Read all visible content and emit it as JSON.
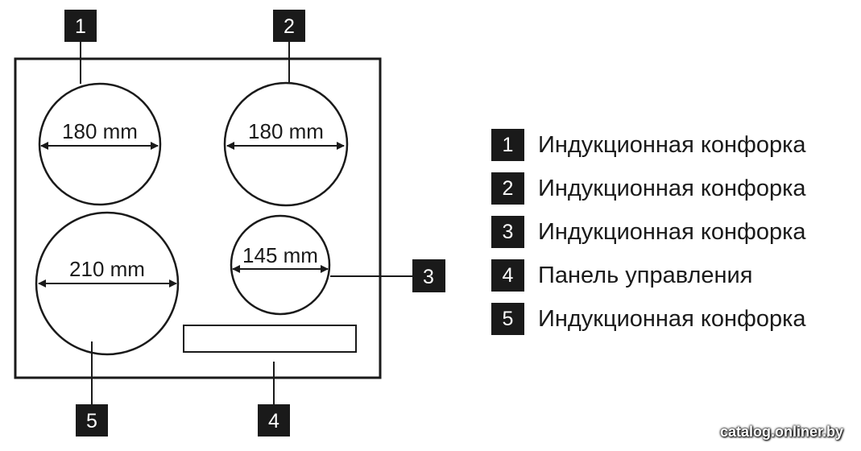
{
  "diagram": {
    "zones": [
      {
        "number": "1",
        "size": "180 mm"
      },
      {
        "number": "2",
        "size": "180 mm"
      },
      {
        "number": "3",
        "size": "145 mm"
      },
      {
        "number": "5",
        "size": "210 mm"
      }
    ],
    "control_panel_number": "4"
  },
  "legend": [
    {
      "number": "1",
      "label": "Индукционная конфорка"
    },
    {
      "number": "2",
      "label": "Индукционная конфорка"
    },
    {
      "number": "3",
      "label": "Индукционная конфорка"
    },
    {
      "number": "4",
      "label": "Панель управления"
    },
    {
      "number": "5",
      "label": "Индукционная конфорка"
    }
  ],
  "colors": {
    "ink": "#1a1a1a",
    "background": "#ffffff"
  },
  "watermark": "catalog.onliner.by"
}
